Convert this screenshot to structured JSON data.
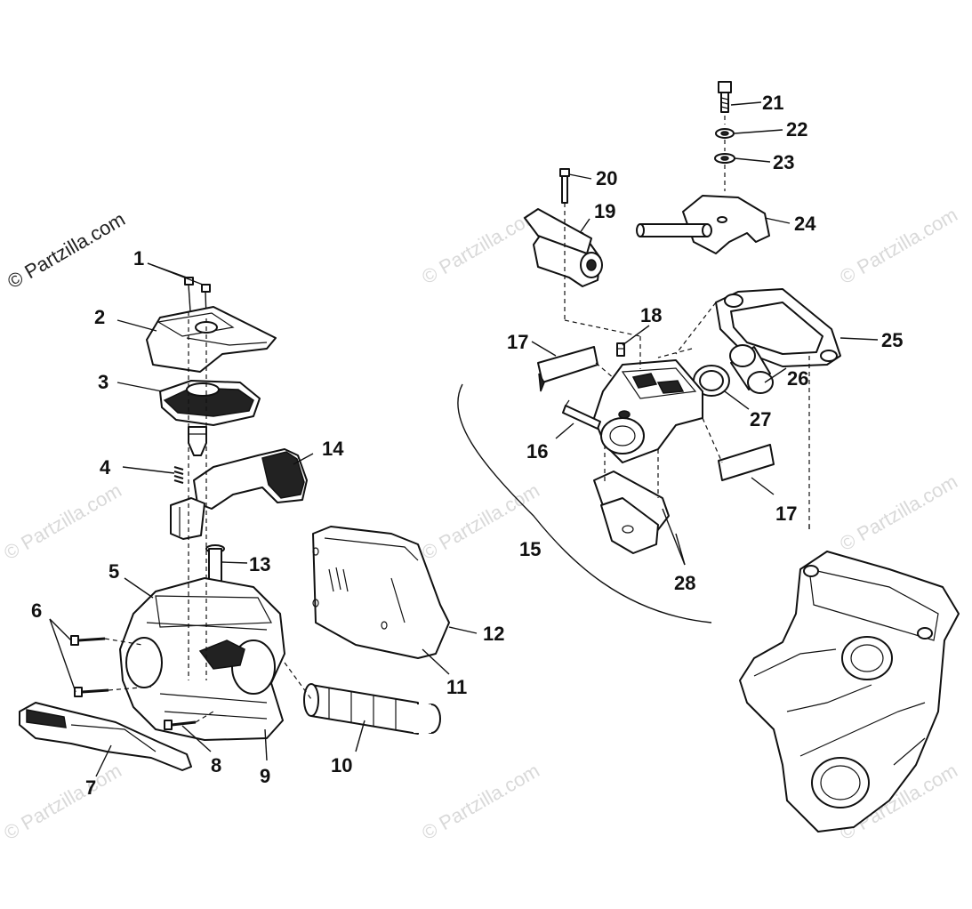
{
  "watermark": "© Partzilla.com",
  "callouts": {
    "n1": "1",
    "n2": "2",
    "n3": "3",
    "n4": "4",
    "n5": "5",
    "n6": "6",
    "n7": "7",
    "n8": "8",
    "n9": "9",
    "n10": "10",
    "n11": "11",
    "n12": "12",
    "n13": "13",
    "n14": "14",
    "n15": "15",
    "n16": "16",
    "n17a": "17",
    "n17b": "17",
    "n18": "18",
    "n19": "19",
    "n20": "20",
    "n21": "21",
    "n22": "22",
    "n23": "23",
    "n24": "24",
    "n25": "25",
    "n26": "26",
    "n27": "27",
    "n28": "28"
  }
}
